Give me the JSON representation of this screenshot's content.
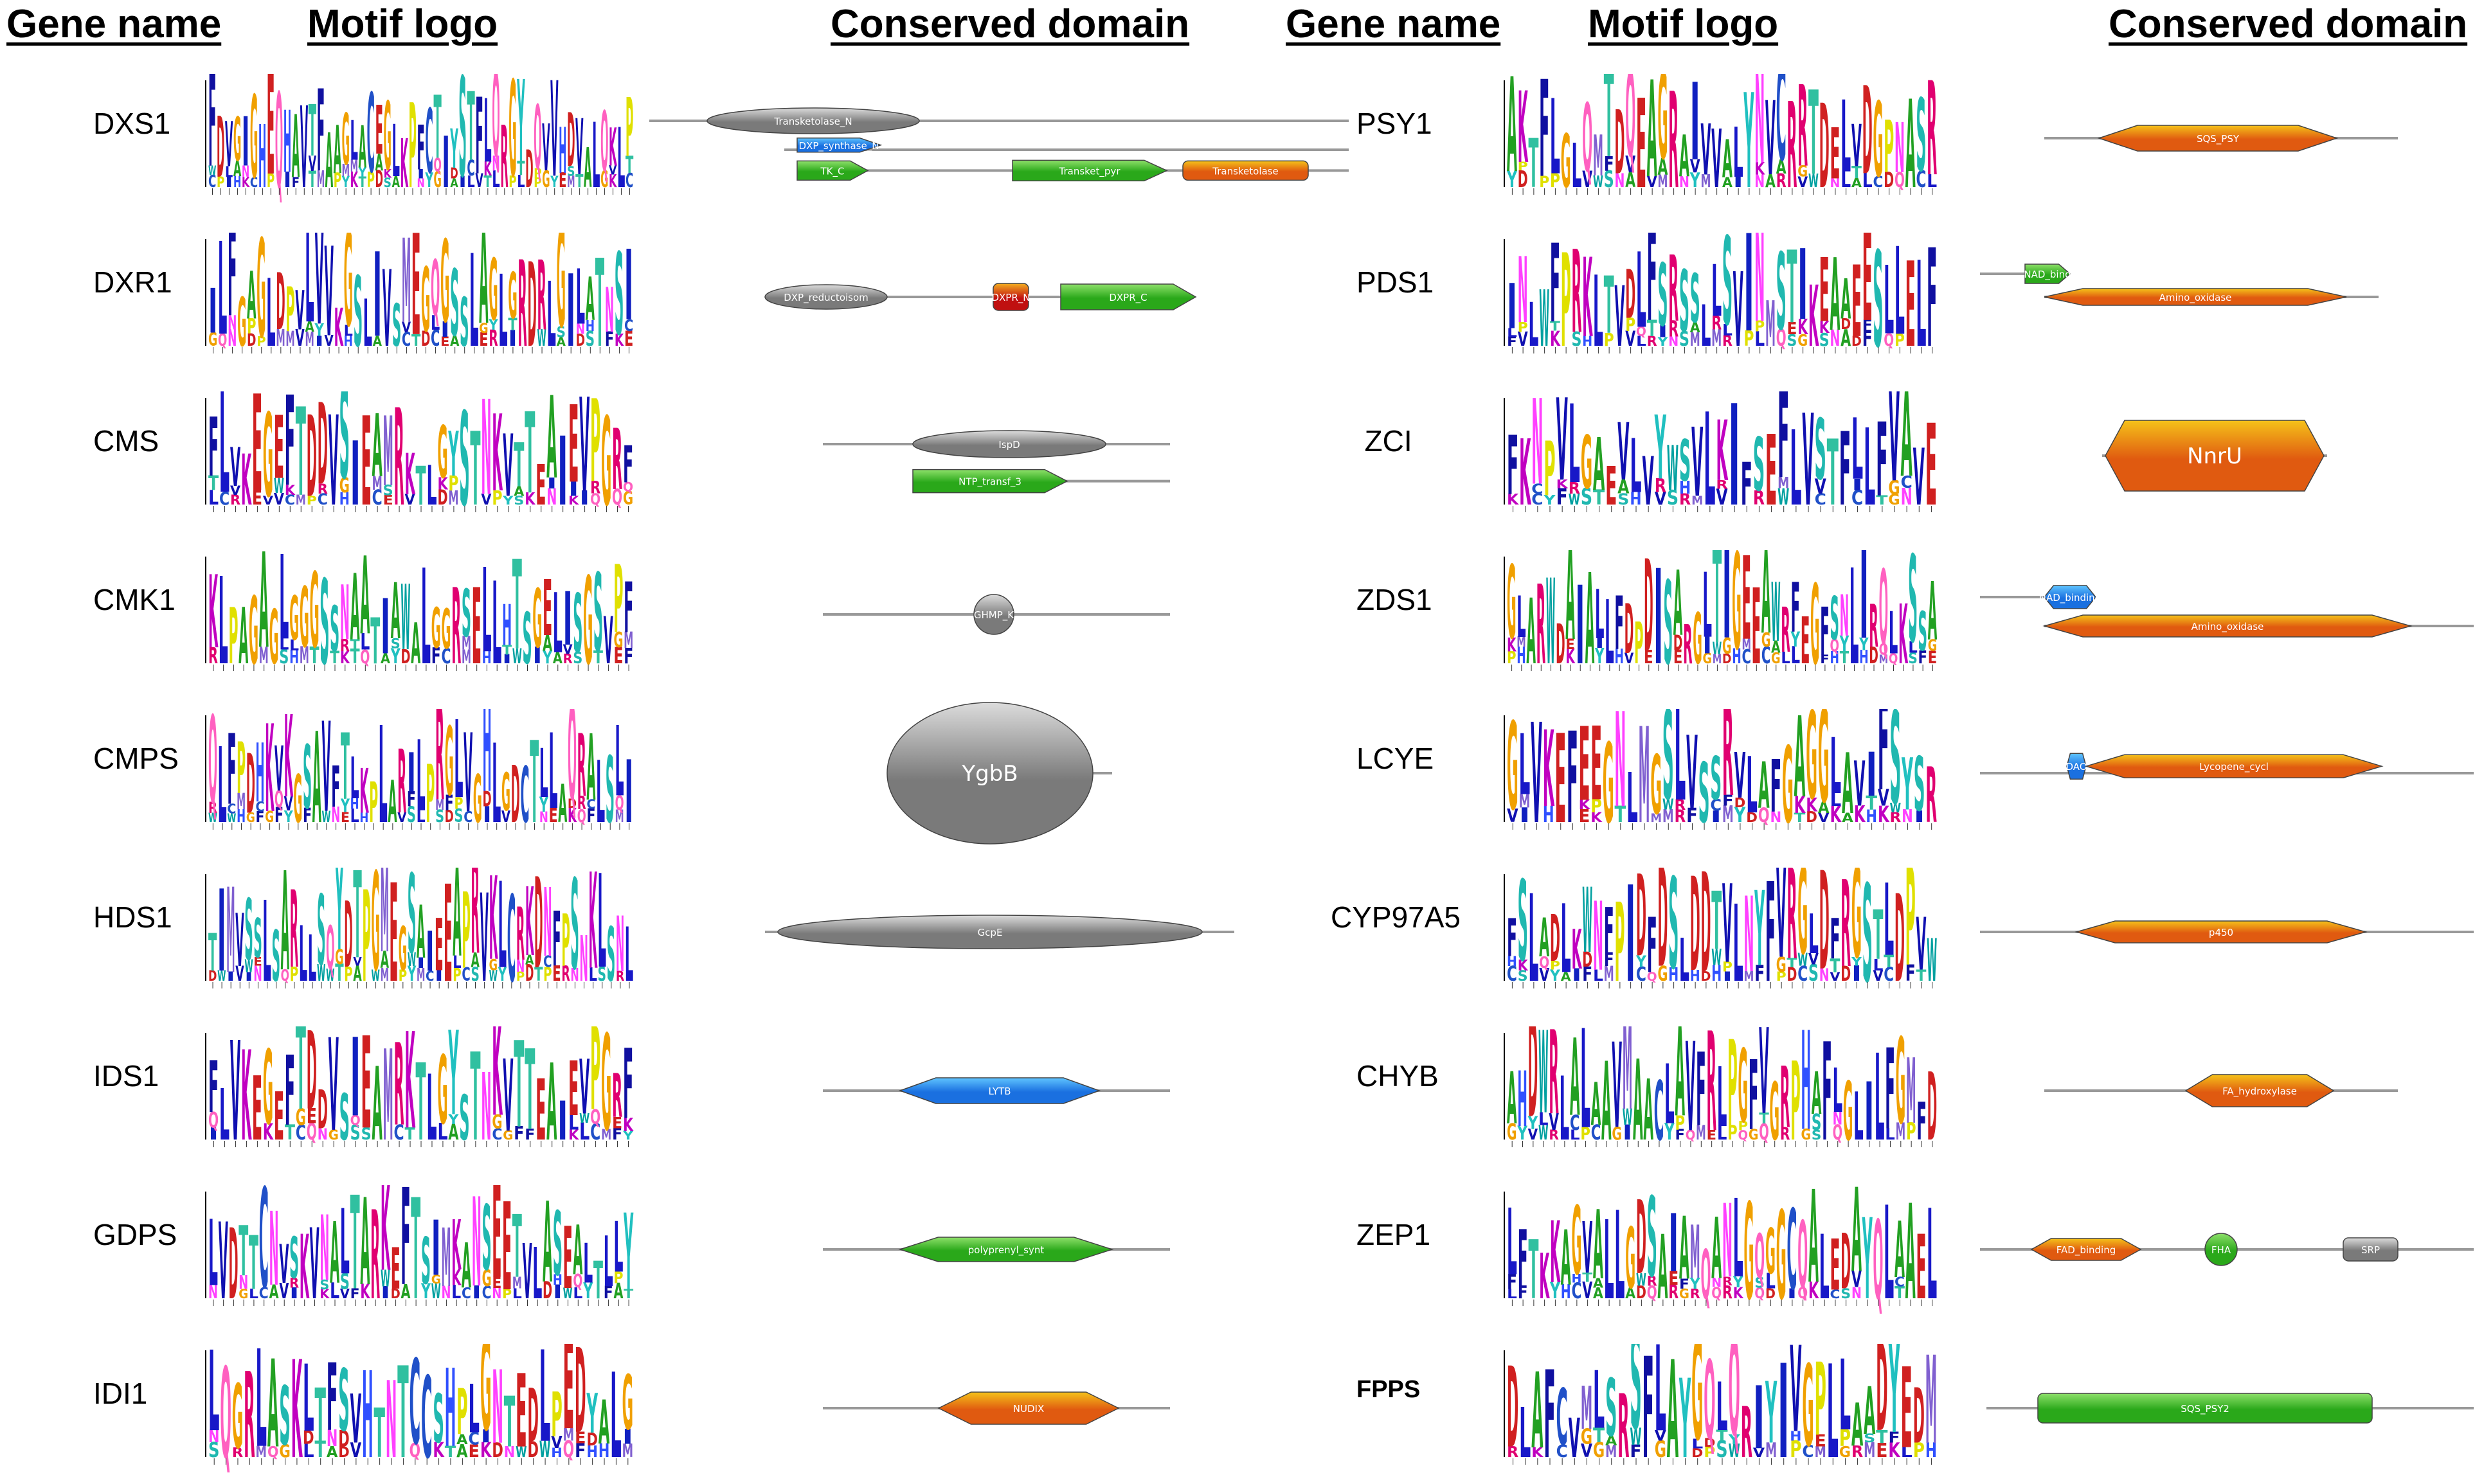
{
  "headers": {
    "left_gene": "Gene name",
    "left_motif": "Motif logo",
    "left_domain": "Conserved domain",
    "right_gene": "Gene name",
    "right_motif": "Motif logo",
    "right_domain": "Conserved domain"
  },
  "colors": {
    "A": "#22a022",
    "C": "#2050c8",
    "D": "#d02020",
    "E": "#d02020",
    "F": "#1010a0",
    "G": "#f0a000",
    "H": "#3050ff",
    "I": "#1020c0",
    "K": "#c000c0",
    "L": "#1818c8",
    "M": "#8060d0",
    "N": "#ff40ff",
    "P": "#e0e000",
    "Q": "#ff60c0",
    "R": "#e00070",
    "S": "#20b8b0",
    "T": "#30c0a0",
    "V": "#1010b0",
    "W": "#00a0a0",
    "Y": "#20c0c0",
    "grey_domain": "#7a7a7a",
    "orange_domain": "#e05a10",
    "green_domain": "#2aa81a",
    "blue_domain": "#1a70e0",
    "red_domain": "#c01010",
    "line": "#999999"
  },
  "genes": [
    {
      "name": "DXS1",
      "motif": "FDVGIGHEQHAVTFAAGLACEGLKPFCTIYSTFLQRGYDQVVHDVALQKLP",
      "domains": [
        {
          "label": "Transketolase_N",
          "shape": "ellipse",
          "color": "grey_domain"
        },
        {
          "label": "DXP_synthase_N",
          "shape": "arrow",
          "color": "blue_domain"
        },
        {
          "label": "TK_C",
          "shape": "arrow",
          "color": "green_domain"
        },
        {
          "label": "Transket_pyr",
          "shape": "arrow",
          "color": "green_domain"
        },
        {
          "label": "Transketolase",
          "shape": "rect",
          "color": "orange_domain"
        }
      ]
    },
    {
      "name": "DXR1",
      "motif": "ILFGAGLDPVLVVKGSLIVSMEGQGSSLAGLGRDRLGILATNSI",
      "domains": [
        {
          "label": "DXP_reductoisom",
          "shape": "ellipse",
          "color": "grey_domain"
        },
        {
          "label": "DXPR_N",
          "shape": "rect",
          "color": "red_domain"
        },
        {
          "label": "DXPR_C",
          "shape": "arrow",
          "color": "green_domain"
        }
      ]
    },
    {
      "name": "CMS",
      "motif": "FLVKEGEFTDDVSIEAMRKTLGYSTNKVTTEAIEVPGRF",
      "domains": [
        {
          "label": "IspD",
          "shape": "ellipse",
          "color": "grey_domain"
        },
        {
          "label": "NTP_transf_3",
          "shape": "arrow",
          "color": "green_domain"
        }
      ]
    },
    {
      "name": "CMK1",
      "motif": "KLPAGAGLGGGSSNAATIAWALGGRSELLHTSGELISGSVPF",
      "domains": [
        {
          "label": "GHMP_K",
          "shape": "ball",
          "color": "grey_domain"
        }
      ]
    },
    {
      "name": "CMPS",
      "motif": "QLFPDHKVKGSAVFTLKPLARILPRGLVGHLGDCTLLAQRALSLI",
      "domains": [
        {
          "label": "YgbB",
          "shape": "bigellipse",
          "color": "grey_domain"
        }
      ]
    },
    {
      "name": "HDS1",
      "motif": "TIMVSSLSARLLSQYDTPGMEGSAIEEAPRVKLCRKDNFPSNKLSNL",
      "domains": [
        {
          "label": "GcpE",
          "shape": "longellipse",
          "color": "grey_domain"
        }
      ]
    },
    {
      "name": "IDS1",
      "motif": "FLVKEGEFTDDVSIEAMRKTLGYSTNKVTTEAIEVPGRF",
      "domains": [
        {
          "label": "LYTB",
          "shape": "hex",
          "color": "blue_domain"
        }
      ]
    },
    {
      "name": "GDPS",
      "motif": "LVDTTCNVSKVNALTARKEFTSIMKANSEETVLASEALTLLY",
      "domains": [
        {
          "label": "polyprenyl_synt",
          "shape": "hex",
          "color": "green_domain"
        }
      ]
    },
    {
      "name": "IDI1",
      "motif": "LQGRLASKLTFSVHTNTCCSHPLGNTEDLPEDYALG",
      "domains": [
        {
          "label": "NUDIX",
          "shape": "hex",
          "color": "orange_domain"
        }
      ]
    },
    {
      "name": "PSY1",
      "motif": "AKTFLGLQMTDQEAGRAIVVALYNVCRRTDELVDGPNASR",
      "domains": [
        {
          "label": "SQS_PSY",
          "shape": "hex",
          "color": "orange_domain"
        }
      ]
    },
    {
      "name": "PDS1",
      "motif": "INLWFPRKLTVDLFSRSSLLSVINMSTIKEAAEESLLELF",
      "domains": [
        {
          "label": "NAD_bind",
          "shape": "arrow",
          "color": "green_domain"
        },
        {
          "label": "Amino_oxidase",
          "shape": "hex",
          "color": "orange_domain"
        }
      ]
    },
    {
      "name": "ZCI",
      "motif": "FKNPVLGAEVLVYWSVLKIFSEFLVSTFLLFVAVE",
      "domains": [
        {
          "label": "NnrU",
          "shape": "bighex",
          "color": "orange_domain"
        }
      ]
    },
    {
      "name": "ZDS1",
      "motif": "GLARWDAIALLFDPDISARGLTIGEEAWRFEGFSNLIRQLKSSA",
      "domains": [
        {
          "label": "NAD_binding",
          "shape": "smallhex",
          "color": "blue_domain"
        },
        {
          "label": "Amino_oxidase",
          "shape": "hex",
          "color": "orange_domain"
        }
      ]
    },
    {
      "name": "LCYE",
      "motif": "GLVKEFEEGNLMGSLVSSRVLAFGAGGLAVIFSYSR",
      "domains": [
        {
          "label": "DAO",
          "shape": "smallhex",
          "color": "blue_domain"
        },
        {
          "label": "Lycopene_cycl",
          "shape": "hex",
          "color": "orange_domain"
        }
      ]
    },
    {
      "name": "CYP97A5",
      "motif": "FSLADLKWNFPIDFDSLDDTVLNYFVRGLDFRGSTLDPVW",
      "domains": [
        {
          "label": "p450",
          "shape": "hex",
          "color": "orange_domain"
        }
      ]
    },
    {
      "name": "CHYB",
      "motif": "AHDWRLALAAVMAACLAVFRLPGFVGRPHAFLGLILFGMFD",
      "domains": [
        {
          "label": "FA_hydroxylase",
          "shape": "hex",
          "color": "orange_domain"
        }
      ]
    },
    {
      "name": "ZEP1",
      "motif": "LFTKKAGVALLGDSAIAMQANLGQGGCQALEDAYQLAAEL",
      "domains": [
        {
          "label": "FAD_binding",
          "shape": "hex",
          "color": "orange_domain"
        },
        {
          "label": "FHA",
          "shape": "ball",
          "color": "green_domain"
        },
        {
          "label": "SRP",
          "shape": "rect",
          "color": "grey_domain"
        }
      ]
    },
    {
      "name": "FPPS",
      "motif": "DLAFCVMLSRSFLAYGQLQRIYIVGPLLAADYEDM",
      "domains": [
        {
          "label": "SQS_PSY2",
          "shape": "rect",
          "color": "green_domain"
        }
      ]
    }
  ]
}
